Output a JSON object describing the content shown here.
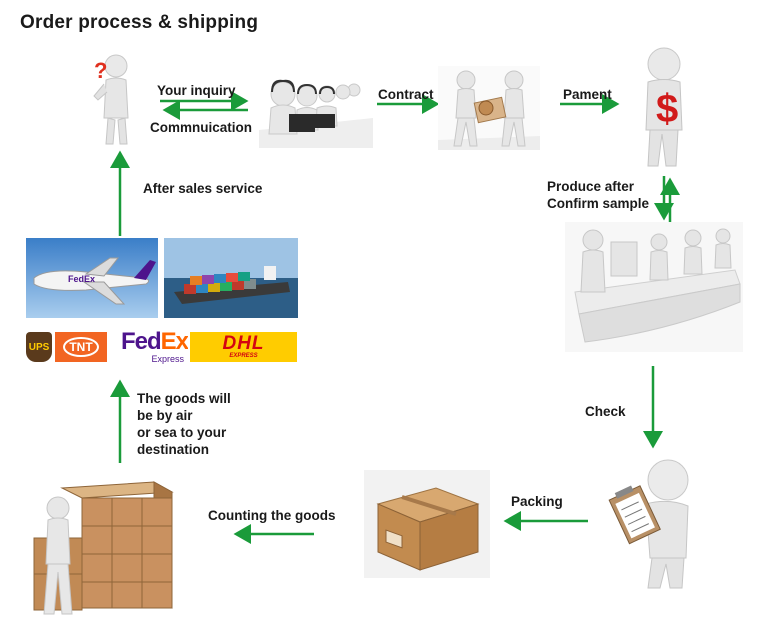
{
  "title": "Order process & shipping",
  "steps": {
    "inquiry": "Your inquiry",
    "communication": "Commnuication",
    "contract": "Contract",
    "payment": "Pament",
    "produce": [
      "Produce after",
      "Confirm sample"
    ],
    "check": "Check",
    "packing": "Packing",
    "counting": "Counting the goods",
    "shipping": [
      "The goods will",
      "be by air",
      "or sea to your",
      "destination"
    ],
    "after_sales": "After sales service"
  },
  "carriers": {
    "ups": "UPS",
    "tnt": "TNT",
    "fedex_fed": "Fed",
    "fedex_ex": "Ex",
    "fedex_sub": "Express",
    "dhl": "DHL",
    "dhl_sub": "EXPRESS",
    "plane_brand": "FedEx"
  },
  "colors": {
    "arrow": "#1a9b3a",
    "ups": "#5a3a1c",
    "tnt": "#f26522",
    "fedex_purple": "#4d148c",
    "fedex_orange": "#ff6600",
    "dhl_yellow": "#ffcc00",
    "dhl_red": "#d40511"
  },
  "icons": [
    "question-figure-icon",
    "call-center-icon",
    "handshake-icon",
    "dollar-figure-icon",
    "production-line-icon",
    "clipboard-figure-icon",
    "cardboard-box-icon",
    "boxes-stack-icon",
    "cargo-plane-icon",
    "container-ship-icon"
  ]
}
